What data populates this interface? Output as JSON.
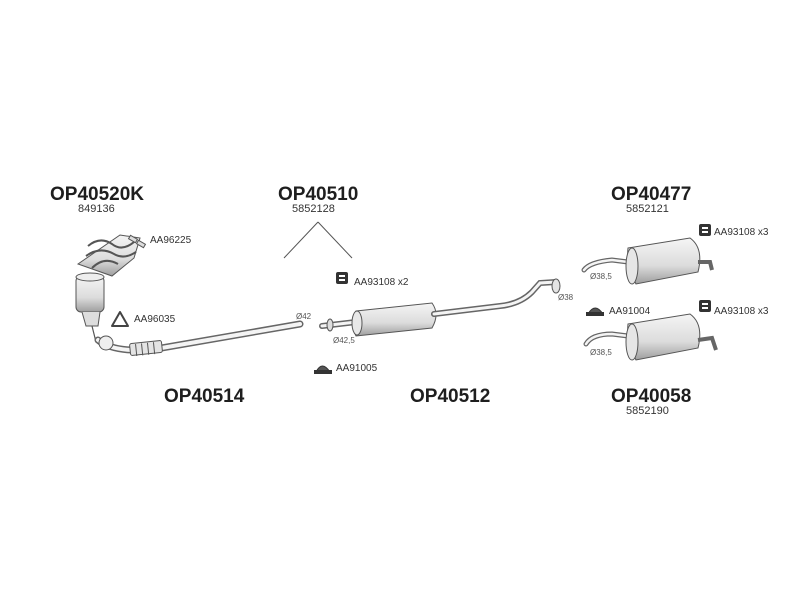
{
  "parts": {
    "manifold": {
      "code": "OP40520K",
      "ref": "849136"
    },
    "downpipe": {
      "code": "OP40510",
      "ref": "5852128"
    },
    "rear_upper": {
      "code": "OP40477",
      "ref": "5852121"
    },
    "rear_lower": {
      "code": "OP40058",
      "ref": "5852190"
    },
    "front_pipe": {
      "code": "OP40514"
    },
    "middle": {
      "code": "OP40512"
    }
  },
  "accessories": {
    "bolts_manifold": "AA96225",
    "gasket_manifold": "AA96035",
    "clamp_x2": "AA93108 x2",
    "clamp_middle": "AA91005",
    "clamp_upper_x3": "AA93108 x3",
    "clamp_rear": "AA91004",
    "clamp_lower_x3": "AA93108 x3"
  },
  "dimensions": {
    "d42": "Ø42",
    "d42_5": "Ø42,5",
    "d38": "Ø38",
    "d38_5_upper": "Ø38,5",
    "d38_5_lower": "Ø38,5"
  },
  "colors": {
    "line": "#555555",
    "shade_light": "#f2f2f2",
    "shade_dark": "#bdbdbd"
  }
}
